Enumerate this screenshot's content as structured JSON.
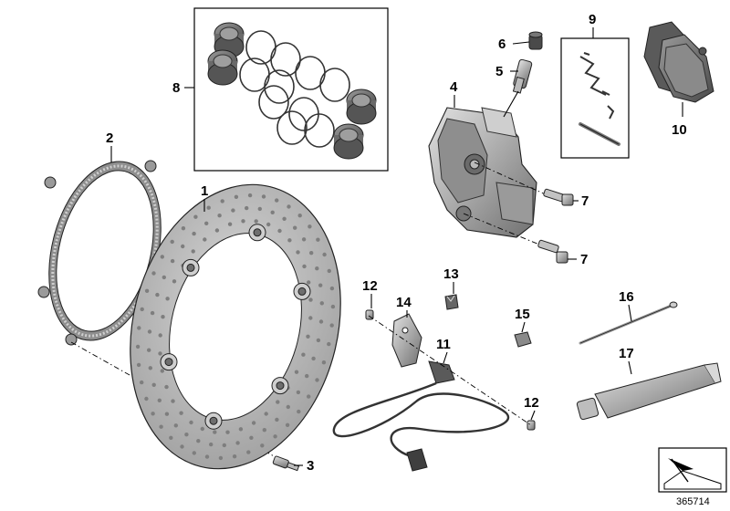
{
  "callouts": {
    "c1": "1",
    "c2": "2",
    "c3": "3",
    "c4": "4",
    "c5": "5",
    "c6": "6",
    "c7a": "7",
    "c7b": "7",
    "c8": "8",
    "c9": "9",
    "c10": "10",
    "c11": "11",
    "c12a": "12",
    "c12b": "12",
    "c13": "13",
    "c14": "14",
    "c15": "15",
    "c16": "16",
    "c17": "17"
  },
  "doc_number": "365714",
  "icons": {
    "logo": "folded-sheet-arrow-icon"
  },
  "colors": {
    "disc": "#b4b4b4",
    "metal_dark": "#7a7a7a",
    "metal_light": "#d8d8d8",
    "line": "#000000"
  }
}
